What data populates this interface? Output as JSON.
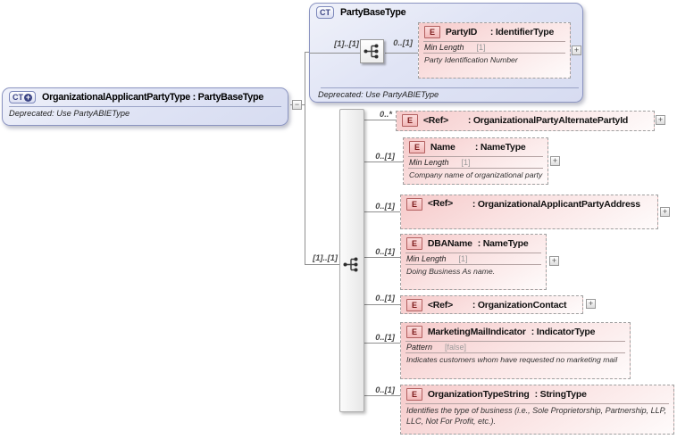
{
  "icons": {
    "plus": "+",
    "minus": "−"
  },
  "diagram": {
    "root": {
      "badge": "CT",
      "title": "OrganizationalApplicantPartyType : PartyBaseType",
      "annotation": "Deprecated: Use PartyABIEType"
    },
    "base": {
      "badge": "CT",
      "title": "PartyBaseType",
      "inner_cardinality": "[1]..[1]",
      "child_cardinality": "0..[1]",
      "annotation": "Deprecated: Use PartyABIEType",
      "child": {
        "badge": "E",
        "name": "PartyID",
        "type": ": IdentifierType",
        "facet": "Min Length",
        "facet_value": "[1]",
        "annotation": "Party Identification Number"
      }
    },
    "sequence_cardinality": "[1]..[1]",
    "children": [
      {
        "cardinality": "0..*",
        "badge": "E",
        "name": "<Ref>",
        "type": ": OrganizationalPartyAlternatePartyId"
      },
      {
        "cardinality": "0..[1]",
        "badge": "E",
        "name": "Name",
        "type": ": NameType",
        "facet": "Min Length",
        "facet_value": "[1]",
        "annotation": "Company name of organizational party"
      },
      {
        "cardinality": "0..[1]",
        "badge": "E",
        "name": "<Ref>",
        "type": ": OrganizationalApplicantPartyAddress"
      },
      {
        "cardinality": "0..[1]",
        "badge": "E",
        "name": "DBAName",
        "type": ": NameType",
        "facet": "Min Length",
        "facet_value": "[1]",
        "annotation": "Doing Business As name."
      },
      {
        "cardinality": "0..[1]",
        "badge": "E",
        "name": "<Ref>",
        "type": ": OrganizationContact"
      },
      {
        "cardinality": "0..[1]",
        "badge": "E",
        "name": "MarketingMailIndicator",
        "type": ": IndicatorType",
        "facet": "Pattern",
        "facet_value": "[false]",
        "annotation": "Indicates customers whom have requested no marketing mail"
      },
      {
        "cardinality": "0..[1]",
        "badge": "E",
        "name": "OrganizationTypeString",
        "type": ": StringType",
        "annotation": "Identifies the type of business (i.e., Sole Proprietorship, Partnership, LLP, LLC, Not For Profit, etc.)."
      }
    ],
    "colors": {
      "complex_type_fill": "#dfe3f4",
      "complex_type_border": "#8b94c1",
      "element_fill": "#f8d7d7",
      "element_border": "#a0a0a0",
      "element_badge_text": "#7c1a1a",
      "ct_badge_text": "#3b4484",
      "connector": "#8f8f8f"
    }
  }
}
